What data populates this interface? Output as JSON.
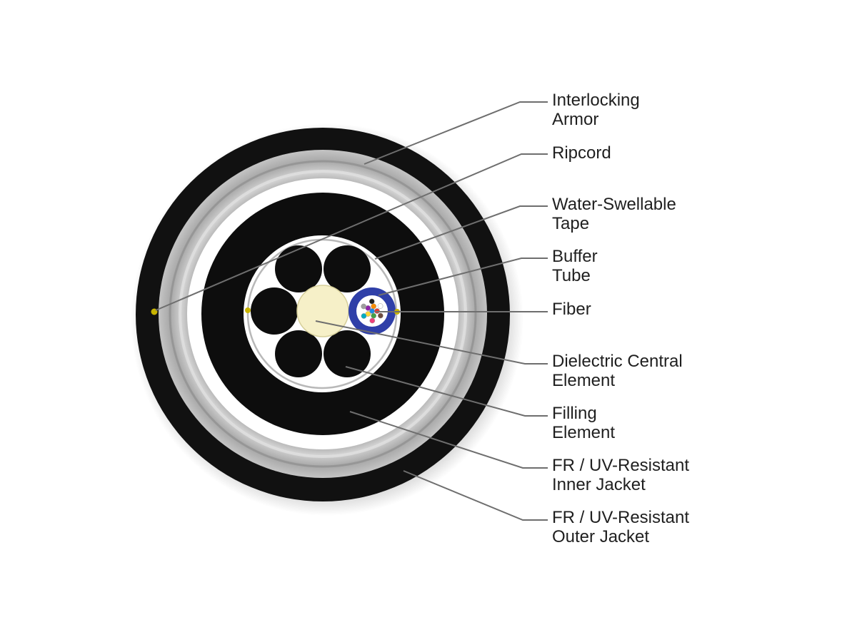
{
  "labels": [
    {
      "id": "interlocking-armor",
      "lines": [
        "Interlocking",
        "Armor"
      ]
    },
    {
      "id": "ripcord",
      "lines": [
        "Ripcord"
      ]
    },
    {
      "id": "water-swellable-tape",
      "lines": [
        "Water-Swellable",
        "Tape"
      ]
    },
    {
      "id": "buffer-tube",
      "lines": [
        "Buffer",
        "Tube"
      ]
    },
    {
      "id": "fiber",
      "lines": [
        "Fiber"
      ]
    },
    {
      "id": "dielectric-central-element",
      "lines": [
        "Dielectric Central",
        "Element"
      ]
    },
    {
      "id": "filling-element",
      "lines": [
        "Filling",
        "Element"
      ]
    },
    {
      "id": "inner-jacket",
      "lines": [
        "FR / UV-Resistant",
        "Inner Jacket"
      ]
    },
    {
      "id": "outer-jacket",
      "lines": [
        "FR / UV-Resistant",
        "Outer Jacket"
      ]
    }
  ],
  "colors": {
    "outer_jacket": "#111111",
    "armor": "#b4b4b4",
    "tape": "#ffffff",
    "inner_jacket": "#0d0d0d",
    "core_wrap": "#ffffff",
    "central_element": "#f6f0c8",
    "buffer_tube": "#2f3fa8",
    "leader_line": "#6e6e6e",
    "ripcord": "#c8b400"
  },
  "fiber_colors": [
    "#1e88e5",
    "#e53935",
    "#43a047",
    "#fdd835",
    "#8e24aa",
    "#fb8c00",
    "#6d4c41",
    "#ec407a",
    "#00acc1",
    "#9e9e9e",
    "#212121",
    "#ffffff"
  ]
}
